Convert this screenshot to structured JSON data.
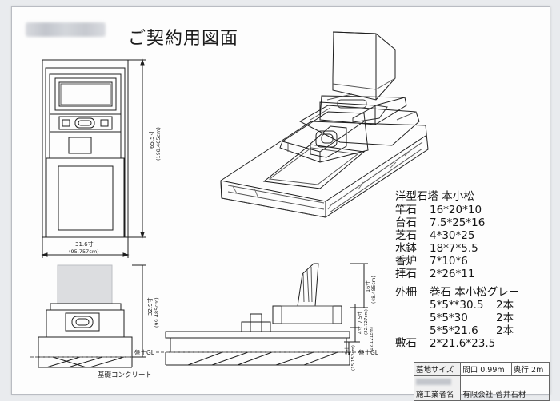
{
  "header": {
    "title": "ご契約用図面"
  },
  "front_view": {
    "height_sun": "65.5寸",
    "height_cm": "(198.465cm)",
    "width_sun": "31.6寸",
    "width_cm": "(95.757cm)"
  },
  "lower_front_view": {
    "height_sun": "32.9寸",
    "height_cm": "(99.485cm)",
    "ground_label": "盤土GL"
  },
  "side_view": {
    "dim_a_sun": "16寸",
    "dim_a_cm": "(48.485cm)",
    "dim_b_sun": "7.5寸",
    "dim_b_cm": "(22.727cm)",
    "dim_c_sun": "4寸",
    "dim_c_cm": "(12.121cm)",
    "dim_d_sun": "5寸",
    "dim_d_cm": "(15.152cm)",
    "ground_label": "盤土GL"
  },
  "foundation_label": "基礎コンクリート",
  "spec": {
    "heading": "洋型石塔 本小松",
    "rows": [
      {
        "label": "竿石",
        "value": "16*20*10"
      },
      {
        "label": "台石",
        "value": "7.5*25*16"
      },
      {
        "label": "芝石",
        "value": "4*30*25"
      },
      {
        "label": "水鉢",
        "value": "18*7*5.5"
      },
      {
        "label": "香炉",
        "value": "7*10*6"
      },
      {
        "label": "拝石",
        "value": "2*26*11"
      }
    ],
    "fence_label": "外柵",
    "fence_heading": "巻石 本小松グレー",
    "fence_rows": [
      {
        "value": "5*5**30.5",
        "count": "2本"
      },
      {
        "value": "5*5*30",
        "count": "2本"
      },
      {
        "value": "5*5*21.6",
        "count": "2本"
      }
    ],
    "paving_label": "敷石",
    "paving_value": "2*21.6*23.5"
  },
  "info_table": {
    "row1_label": "墓地サイズ",
    "row1_width": "間口 0.99m",
    "row1_depth": "奥行:2m",
    "row2_blank": "",
    "row3_label": "施工業者名",
    "row3_value": "有限会社 菅井石材"
  }
}
